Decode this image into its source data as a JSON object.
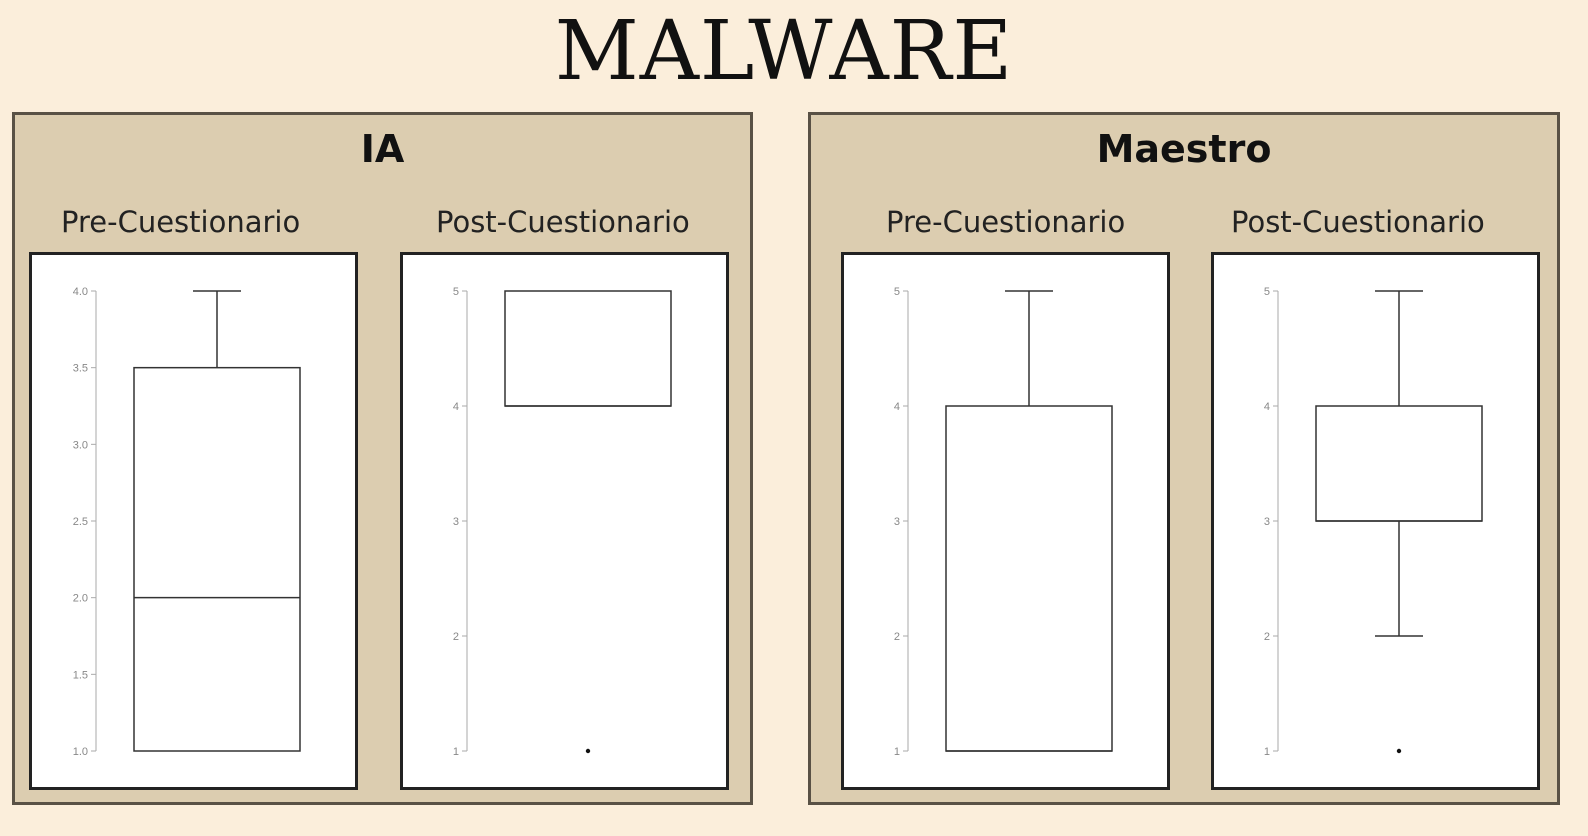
{
  "title": "MALWARE",
  "groups": [
    {
      "name": "IA",
      "panels": [
        {
          "label": "Pre-Cuestionario"
        },
        {
          "label": "Post-Cuestionario"
        }
      ]
    },
    {
      "name": "Maestro",
      "panels": [
        {
          "label": "Pre-Cuestionario"
        },
        {
          "label": "Post-Cuestionario"
        }
      ]
    }
  ],
  "chart_data": [
    {
      "type": "box",
      "group": "IA",
      "panel": "Pre-Cuestionario",
      "ylim": [
        1.0,
        4.0
      ],
      "yticks": [
        "1.0",
        "1.5",
        "2.0",
        "2.5",
        "3.0",
        "3.5",
        "4.0"
      ],
      "ytick_values": [
        1.0,
        1.5,
        2.0,
        2.5,
        3.0,
        3.5,
        4.0
      ],
      "whisker_low": 1.0,
      "q1": 1.0,
      "median": 2.0,
      "q3": 3.5,
      "whisker_high": 4.0,
      "outliers": []
    },
    {
      "type": "box",
      "group": "IA",
      "panel": "Post-Cuestionario",
      "ylim": [
        1,
        5
      ],
      "yticks": [
        "1",
        "2",
        "3",
        "4",
        "5"
      ],
      "ytick_values": [
        1,
        2,
        3,
        4,
        5
      ],
      "whisker_low": 4,
      "q1": 4,
      "median": 4,
      "q3": 5,
      "whisker_high": 5,
      "outliers": [
        1
      ]
    },
    {
      "type": "box",
      "group": "Maestro",
      "panel": "Pre-Cuestionario",
      "ylim": [
        1,
        5
      ],
      "yticks": [
        "1",
        "2",
        "3",
        "4",
        "5"
      ],
      "ytick_values": [
        1,
        2,
        3,
        4,
        5
      ],
      "whisker_low": 1,
      "q1": 1,
      "median": 1,
      "q3": 4,
      "whisker_high": 5,
      "outliers": []
    },
    {
      "type": "box",
      "group": "Maestro",
      "panel": "Post-Cuestionario",
      "ylim": [
        1,
        5
      ],
      "yticks": [
        "1",
        "2",
        "3",
        "4",
        "5"
      ],
      "ytick_values": [
        1,
        2,
        3,
        4,
        5
      ],
      "whisker_low": 2,
      "q1": 3,
      "median": 3,
      "q3": 4,
      "whisker_high": 5,
      "outliers": [
        1
      ]
    }
  ]
}
